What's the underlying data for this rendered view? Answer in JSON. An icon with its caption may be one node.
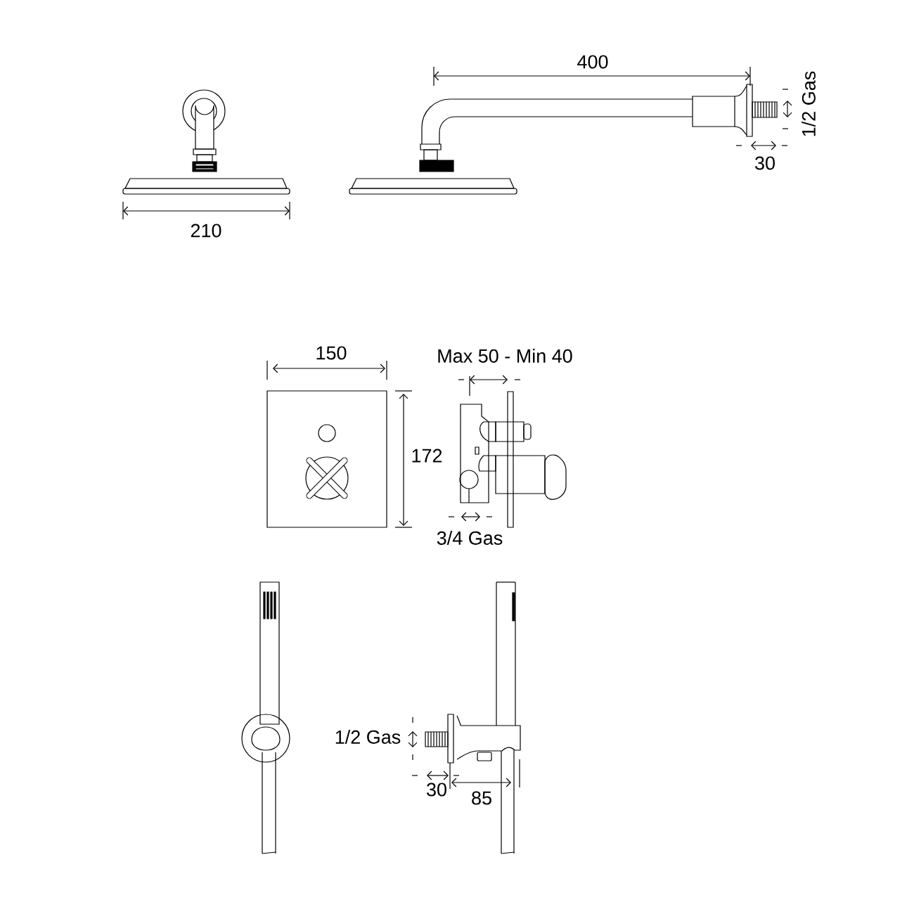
{
  "diagram": {
    "labels": [
      "400",
      "1/2 Gas",
      "30",
      "210",
      "150",
      "Max 50 - Min 40",
      "172",
      "3/4 Gas",
      "1/2 Gas",
      "30",
      "85"
    ]
  }
}
